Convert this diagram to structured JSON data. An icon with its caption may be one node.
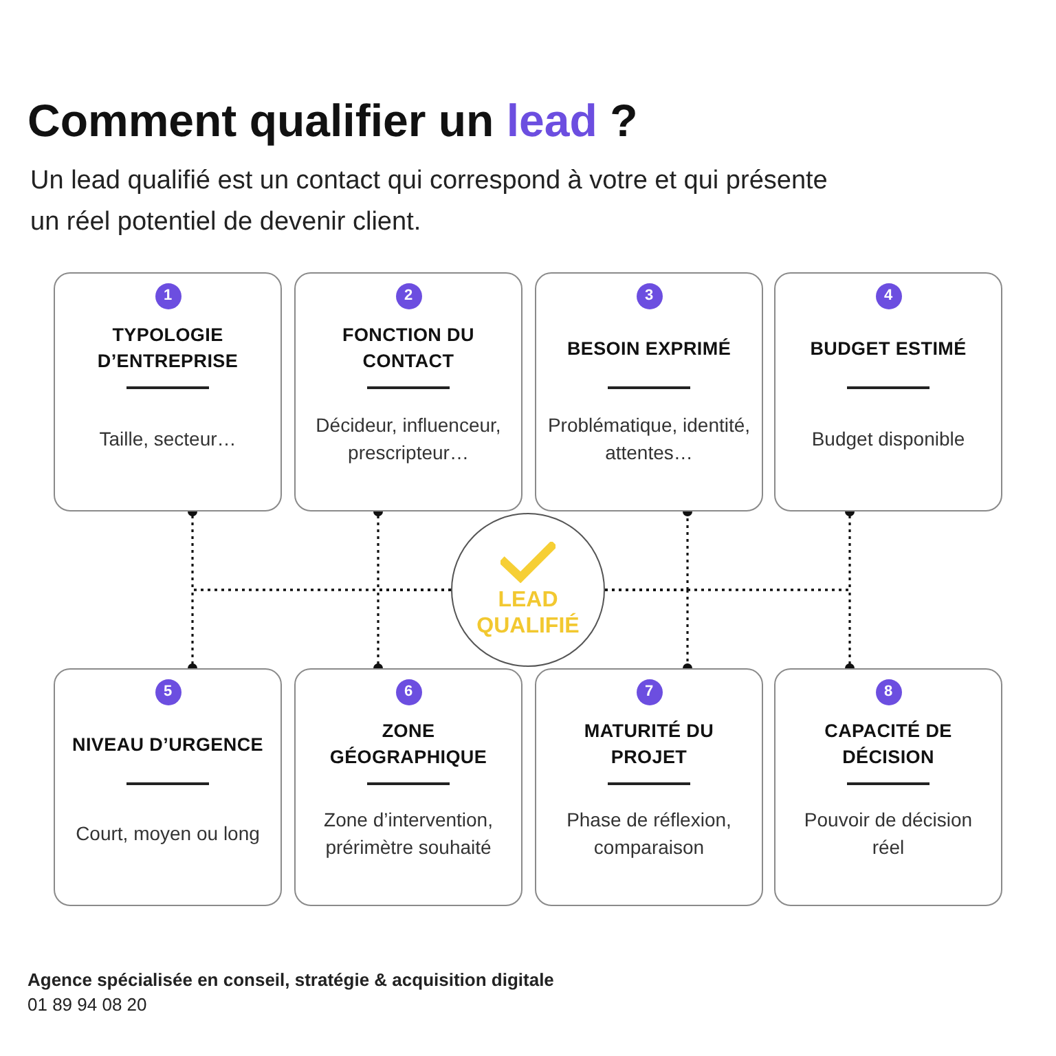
{
  "diagram": {
    "title": "Comment qualifier un **lead** ?",
    "nodes": [
      {
        "text": [
          "1",
          "TYPOLOGIE D’ENTREPRISE",
          "Taille, secteur…"
        ]
      },
      {
        "text": [
          "2",
          "FONCTION DU CONTACT",
          "Décideur, influenceur, prescripteur…"
        ]
      },
      {
        "text": [
          "3",
          "BESOIN EXPRIMÉ",
          "Problématique, identité, attentes…"
        ]
      },
      {
        "text": [
          "4",
          "BUDGET ESTIMÉ",
          "Budget disponible"
        ]
      },
      {
        "text": [
          "LEAD QUALIFIÉ"
        ]
      },
      {
        "text": [
          "5",
          "NIVEAU D’URGENCE",
          "Court, moyen ou long"
        ]
      },
      {
        "text": [
          "6",
          "ZONE GÉOGRAPHIQUE",
          "Zone d’intervention, prérimètre souhaité"
        ]
      },
      {
        "text": [
          "7",
          "MATURITÉ DU PROJET",
          "Phase de réflexion, comparaison"
        ]
      },
      {
        "text": [
          "8",
          "CAPACITÉ DE DÉCISION",
          "Pouvoir de décision réel"
        ]
      }
    ],
    "edges": [
      {
        "from": 4,
        "to": 0,
        "arrow": "other",
        "style": "dashed"
      },
      {
        "from": 4,
        "to": 1,
        "arrow": "other",
        "style": "dashed"
      },
      {
        "from": 4,
        "to": 2,
        "arrow": "other",
        "style": "dashed"
      },
      {
        "from": 4,
        "to": 3,
        "arrow": "other",
        "style": "dashed"
      },
      {
        "from": 4,
        "to": 5,
        "arrow": "other",
        "style": "dashed"
      },
      {
        "from": 4,
        "to": 6,
        "arrow": "other",
        "style": "dashed"
      },
      {
        "from": 4,
        "to": 7,
        "arrow": "other",
        "style": "dashed"
      },
      {
        "from": 4,
        "to": 8,
        "arrow": "other",
        "style": "dashed"
      }
    ],
    "labels": [
      "Un lead qualifié est un contact qui correspond à votre et qui présente un réel potentiel de devenir client.",
      "Agence spécialisée en conseil, stratégie & acquisition digitale",
      "01 89 94 08 20"
    ]
  }
}
